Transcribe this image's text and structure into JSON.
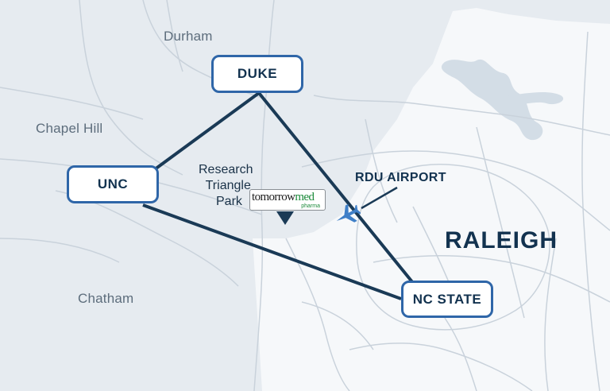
{
  "map": {
    "regions": {
      "durham": "Durham",
      "chapel_hill": "Chapel Hill",
      "chatham": "Chatham"
    },
    "city": "RALEIGH",
    "nodes": {
      "duke": "DUKE",
      "unc": "UNC",
      "nc_state": "NC STATE"
    },
    "research_park": {
      "line1": "Research",
      "line2": "Triangle",
      "line3": "Park"
    },
    "logo": {
      "main": "tomorrow",
      "accent": "med",
      "sub": "pharma"
    },
    "airport": "RDU AIRPORT",
    "icons": [
      "airplane-icon",
      "location-pin-icon"
    ],
    "colors": {
      "background": "#e6ebf0",
      "urban_area": "#f6f8fa",
      "roads": "#c7d0d9",
      "water": "#c5d2de",
      "connection_lines": "#1a3a56",
      "node_border": "#2f66a8",
      "airplane": "#3f7fc7",
      "logo_accent": "#1b8a3a"
    }
  }
}
